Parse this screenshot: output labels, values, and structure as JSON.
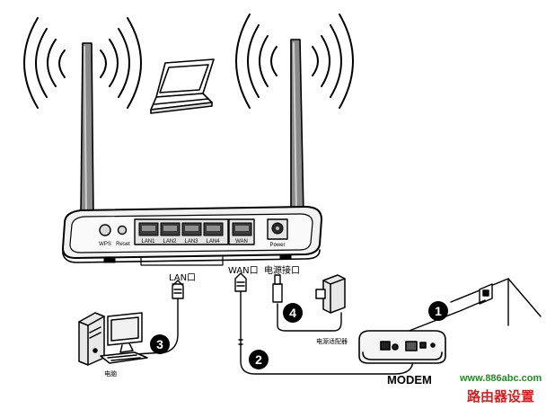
{
  "ports": {
    "wps": "WPS",
    "reset": "Reset",
    "lan1": "LAN1",
    "lan2": "LAN2",
    "lan3": "LAN3",
    "lan4": "LAN4",
    "wan": "WAN",
    "power": "Power"
  },
  "labels": {
    "lan_group": "LAN口",
    "wan_port": "WAN口",
    "power_port": "电源接口",
    "power_adapter": "电源适配器",
    "computer": "电脑",
    "modem": "MODEM"
  },
  "steps": [
    "1",
    "2",
    "3",
    "4"
  ],
  "watermark": {
    "url": "www.886abc.com",
    "title": "路由器设置"
  },
  "colors": {
    "ink": "#000000",
    "watermark_url": "#1f8f1f",
    "watermark_title": "#d42020"
  }
}
